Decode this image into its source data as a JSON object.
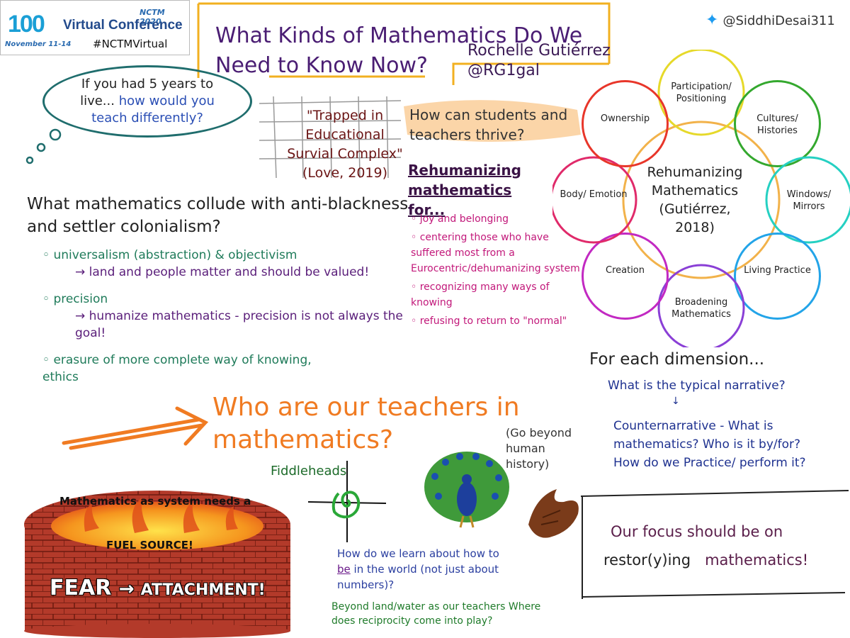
{
  "badge": {
    "logo": "100",
    "nctm": "NCTM 2020",
    "conference": "Virtual Conference",
    "dates": "November 11-14",
    "hashtag": "#NCTMVirtual"
  },
  "header": {
    "title": "What Kinds of Mathematics Do We Need to Know Now?",
    "speaker_name": "Rochelle Gutiérrez",
    "speaker_handle": "@RG1gal",
    "twitter_handle": "@SiddhiDesai311"
  },
  "bubble": {
    "lead": "If you had 5 years to live...",
    "question": "how would you teach differently?"
  },
  "trapped": {
    "text": "\"Trapped in Educational Survial Complex\"",
    "citation": "(Love, 2019)"
  },
  "thrive": "How can students and teachers thrive?",
  "rehumanizing_list": {
    "heading": "Rehumanizing mathematics for...",
    "items": [
      "joy and belonging",
      "centering those who have suffered most from a Eurocentric/dehumanizing system",
      "recognizing many ways of knowing",
      "refusing to return to \"normal\""
    ]
  },
  "collude": {
    "question": "What mathematics collude with anti-blackness and settler colonialism?",
    "points": [
      {
        "point": "universalism (abstraction) & objectivism",
        "sub": "land and people matter and should be valued!"
      },
      {
        "point": "precision",
        "sub": "humanize mathematics - precision is not always the goal!"
      },
      {
        "point": "erasure of more complete way of knowing, ethics",
        "sub": ""
      }
    ]
  },
  "teachers": {
    "question": "Who are our teachers in mathematics?",
    "aside": "(Go beyond human history)",
    "fiddleheads": "Fiddleheads"
  },
  "pit": {
    "top": "Mathematics as system needs a",
    "fuel": "FUEL SOURCE!",
    "fear": "FEAR",
    "attachment": "ATTACHMENT!"
  },
  "bottom": {
    "q1_pre": "How do we learn about how to",
    "q1_be": "be",
    "q1_post": "in the world (not just about numbers)?",
    "q2": "Beyond land/water as our teachers Where does reciprocity come into play?"
  },
  "diagram": {
    "center": "Rehumanizing Mathematics (Gutiérrez, 2018)",
    "circles": [
      {
        "label": "Participation/ Positioning",
        "color": "#e6d92a"
      },
      {
        "label": "Cultures/ Histories",
        "color": "#34a82e"
      },
      {
        "label": "Windows/ Mirrors",
        "color": "#25d0c2"
      },
      {
        "label": "Living Practice",
        "color": "#23a4e8"
      },
      {
        "label": "Broadening Mathematics",
        "color": "#8a3fd6"
      },
      {
        "label": "Creation",
        "color": "#c229c2"
      },
      {
        "label": "Body/ Emotion",
        "color": "#e02a6a"
      },
      {
        "label": "Ownership",
        "color": "#e8362a"
      }
    ],
    "ring_color": "#f2b24a"
  },
  "dimension": {
    "heading": "For each dimension...",
    "q": "What is the typical narrative?",
    "counter": "Counternarrative - What is mathematics? Who is it by/for? How do we Practice/ perform it?"
  },
  "focus": {
    "line1": "Our focus should be on",
    "restor": "restor(y)ing",
    "math": "mathematics!"
  },
  "colors": {
    "orange": "#f07b22",
    "purple": "#4a1d73",
    "green": "#1f7b5a",
    "pink": "#c2187a",
    "navy": "#1f3290"
  }
}
